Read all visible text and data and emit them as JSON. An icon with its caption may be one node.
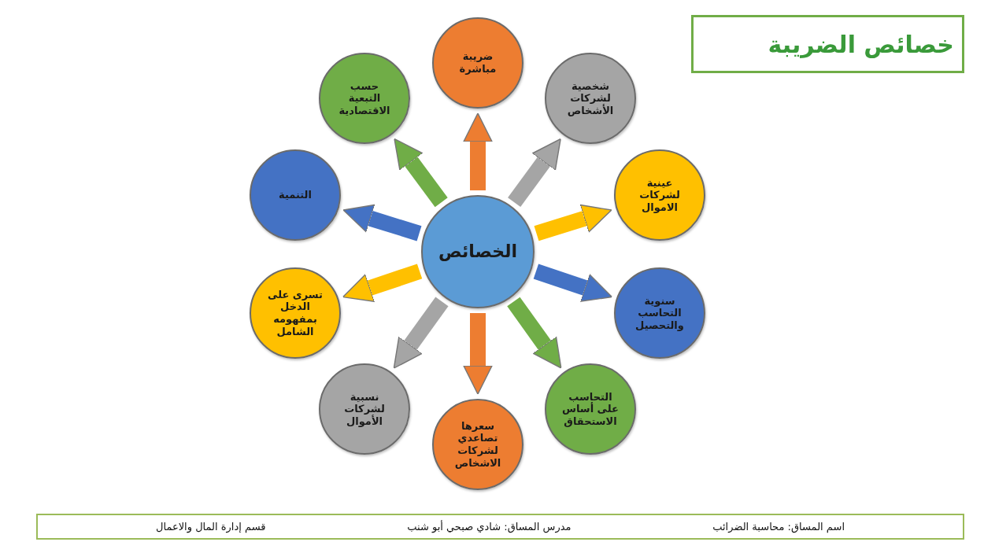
{
  "diagram": {
    "title": "خصائص الضريبة",
    "nodes": [
      {
        "text": [
          "الخصائص"
        ]
      },
      {
        "text": [
          "ضريبة مباشرة"
        ]
      },
      {
        "text": [
          "شخصية لشركات الأشخاص"
        ]
      },
      {
        "text": [
          "عينية لشركات الاموال"
        ]
      },
      {
        "text": [
          "سنوية التحاسب والتحصيل"
        ]
      },
      {
        "text": [
          "التحاسب على أساس الاستحقاق"
        ]
      },
      {
        "text": [
          "سعرها تصاعدي لشركات الاشخاص"
        ]
      },
      {
        "text": [
          "نسبية لشركات الأموال"
        ]
      },
      {
        "text": [
          "تسرى على الدخل بمفهومه الشامل"
        ]
      },
      {
        "text": [
          "التنمية"
        ]
      },
      {
        "text": [
          "حسب التبعية الاقتصادية"
        ]
      }
    ],
    "edges": [
      {
        "from": 0,
        "to": 1,
        "arrow": "to",
        "color": "#ed7d31"
      },
      {
        "from": 0,
        "to": 2,
        "arrow": "to",
        "color": "#a5a5a5"
      },
      {
        "from": 0,
        "to": 3,
        "arrow": "to",
        "color": "#ffc000"
      },
      {
        "from": 0,
        "to": 4,
        "arrow": "to",
        "color": "#4472c4"
      },
      {
        "from": 0,
        "to": 5,
        "arrow": "to",
        "color": "#70ad47"
      },
      {
        "from": 0,
        "to": 6,
        "arrow": "to",
        "color": "#ed7d31"
      },
      {
        "from": 0,
        "to": 7,
        "arrow": "to",
        "color": "#a5a5a5"
      },
      {
        "from": 0,
        "to": 8,
        "arrow": "to",
        "color": "#ffc000"
      },
      {
        "from": 0,
        "to": 9,
        "arrow": "to",
        "color": "#4472c4"
      },
      {
        "from": 0,
        "to": 10,
        "arrow": "to",
        "color": "#70ad47"
      }
    ],
    "labels": [
      "اسم المساق: محاسبة الضرائب",
      "مدرس المساق: شادي صبحي أبو شنب",
      "قسم إدارة المال والاعمال"
    ]
  }
}
